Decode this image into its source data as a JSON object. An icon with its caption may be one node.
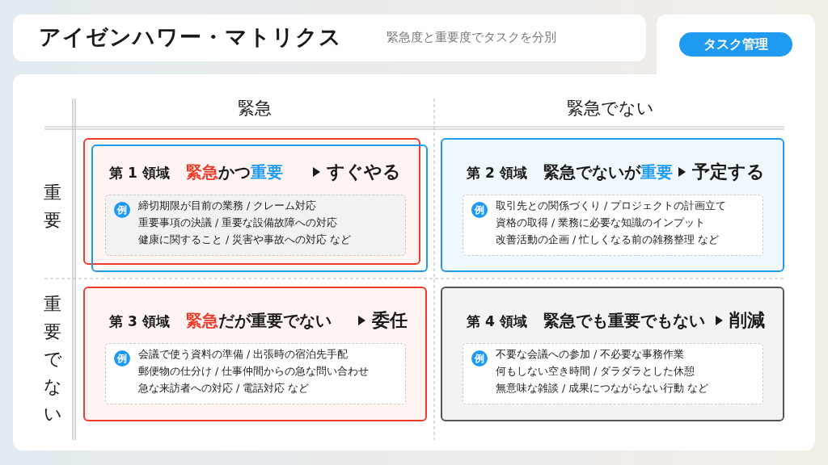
{
  "diagram": {
    "title": "アイゼンハワー・マトリクス",
    "nodes": [
      {
        "text": [
          "第 1 領域",
          "**緊急**かつ**重要**",
          "すぐやる"
        ]
      },
      {
        "text": [
          "例",
          "締切期限が目前の業務 / クレーム対応",
          "重要事項の決議 / 重要な設備故障への対応",
          "健康に関すること / 災害や事故への対応 など"
        ],
        "in": 0
      },
      {
        "text": [
          "第 2 領域",
          "緊急でないが**重要**",
          "予定する"
        ]
      },
      {
        "text": [
          "例",
          "取引先との関係づくり / プロジェクトの計画立て",
          "資格の取得 / 業務に必要な知識のインプット",
          "改善活動の企画 / 忙しくなる前の雑務整理 など"
        ],
        "in": 2
      },
      {
        "text": [
          "第 3 領域",
          "**緊急**だが重要でない",
          "委任"
        ]
      },
      {
        "text": [
          "例",
          "会議で使う資料の準備 / 出張時の宿泊先手配",
          "郵便物の仕分け / 仕事仲間からの急な問い合わせ",
          "急な来訪者への対応 / 電話対応 など"
        ],
        "in": 4
      },
      {
        "text": [
          "第 4 領域",
          "緊急でも重要でもない",
          "削減"
        ]
      },
      {
        "text": [
          "例",
          "不要な会議への参加 / 不必要な事務作業",
          "何もしない空き時間 / ダラダラとした休憩",
          "無意味な雑談 / 成果につながらない行動 など"
        ],
        "in": 6
      }
    ],
    "labels": [
      "緊急度と重要度でタスクを分別",
      "タスク管理",
      "緊急",
      "緊急でない",
      "重要",
      "重要でない"
    ]
  }
}
